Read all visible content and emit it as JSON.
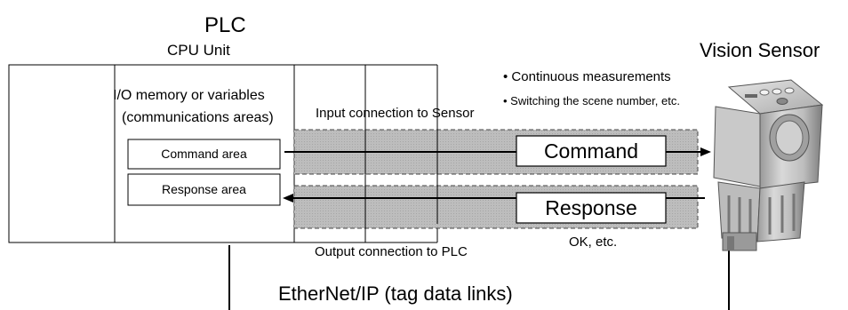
{
  "plc": {
    "title": "PLC",
    "subtitle": "CPU Unit",
    "io_label_line1": "I/O memory or variables",
    "io_label_line2": "(communications areas)",
    "command_area": "Command area",
    "response_area": "Response area"
  },
  "connections": {
    "input": "Input connection to Sensor",
    "output": "Output connection to PLC",
    "command": "Command",
    "response": "Response",
    "response_note": "OK, etc."
  },
  "sensor": {
    "title": "Vision Sensor",
    "bullet1": "Continuous measurements",
    "bullet2": "Switching the scene number, etc."
  },
  "network": {
    "label": "EtherNet/IP (tag data links)"
  }
}
